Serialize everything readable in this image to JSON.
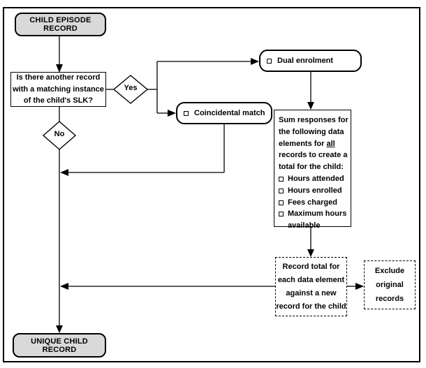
{
  "colors": {
    "terminator_fill": "#d9d9d9",
    "box_fill": "#ffffff",
    "line": "#000000",
    "background": "#ffffff"
  },
  "flowchart": {
    "start": {
      "label": "CHILD EPISODE RECORD"
    },
    "question": {
      "lines": [
        "Is there another record",
        "with a matching instance",
        "of the child's SLK?"
      ]
    },
    "yes_label": "Yes",
    "no_label": "No",
    "dual": {
      "label": "Dual enrolment"
    },
    "coincidental": {
      "label": "Coincidental match"
    },
    "sum": {
      "line1": "Sum responses for",
      "line2": "the following data",
      "line3_before": "elements for ",
      "line3_underline": "all",
      "line4": "records to create a",
      "line5": "total for the child:",
      "items": [
        "Hours attended",
        "Hours enrolled",
        "Fees charged",
        "Maximum hours available"
      ]
    },
    "record": {
      "lines": [
        "Record total for",
        "each data element",
        "against a new",
        "record for the child"
      ]
    },
    "exclude": {
      "lines": [
        "Exclude",
        "original",
        "records"
      ]
    },
    "end": {
      "label": "UNIQUE CHILD RECORD"
    }
  }
}
